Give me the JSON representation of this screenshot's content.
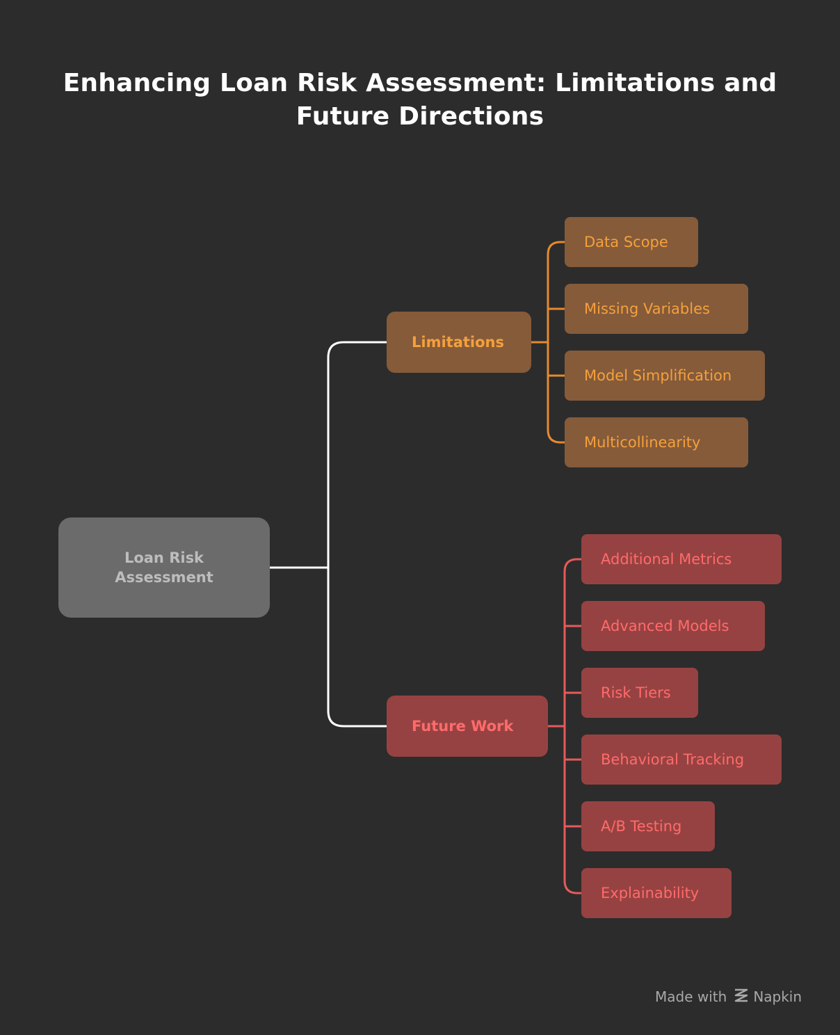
{
  "title": "Enhancing Loan Risk Assessment: Limitations and Future Directions",
  "root": {
    "label": "Loan Risk Assessment"
  },
  "limitations": {
    "label": "Limitations",
    "items": [
      "Data Scope",
      "Missing Variables",
      "Model Simplification",
      "Multicollinearity"
    ]
  },
  "future_work": {
    "label": "Future Work",
    "items": [
      "Additional Metrics",
      "Advanced Models",
      "Risk Tiers",
      "Behavioral Tracking",
      "A/B Testing",
      "Explainability"
    ]
  },
  "footer": {
    "made_with": "Made with",
    "brand": "Napkin",
    "logo_icon": "napkin-logo-icon"
  },
  "colors": {
    "background": "#2c2c2c",
    "root_fill": "#6b6b6b",
    "limitations_fill": "#855b3a",
    "limitations_text": "#f5a03c",
    "future_fill": "#974242",
    "future_text": "#ff6b6b",
    "connector_main": "#ffffff"
  }
}
